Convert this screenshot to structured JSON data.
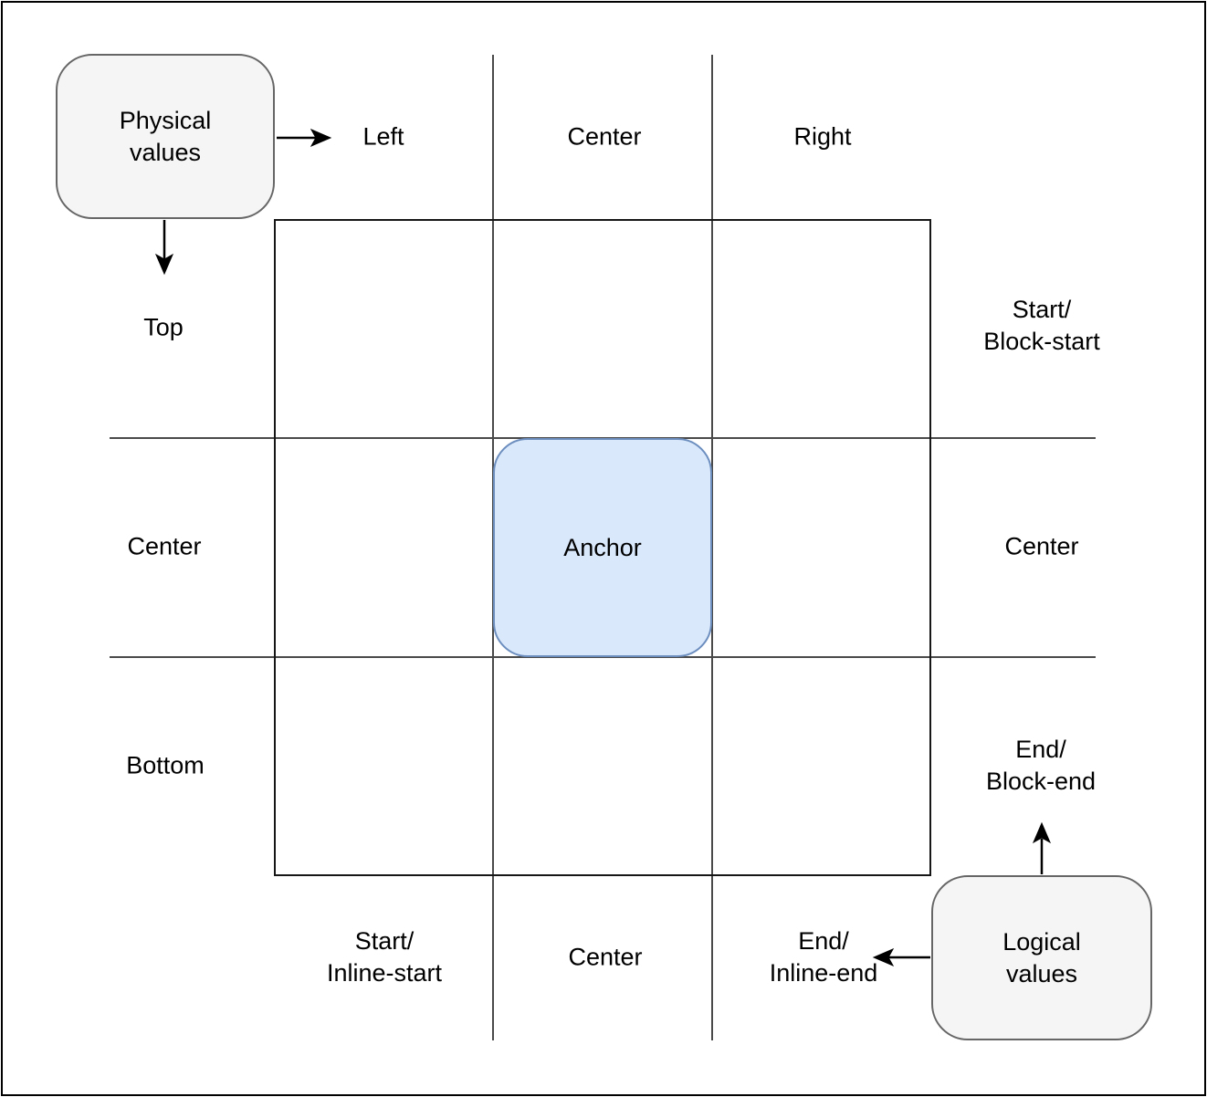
{
  "diagram": {
    "colors": {
      "background": "#ffffff",
      "outer_border": "#000000",
      "grid_line": "#4a4a4a",
      "inner_square_border": "#161616",
      "value_box_fill": "#f5f5f5",
      "value_box_border": "#666666",
      "anchor_fill": "#dae8fc",
      "anchor_border": "#6c8ebf",
      "arrow": "#000000",
      "text": "#000000"
    },
    "anchor_label": "Anchor",
    "physical": {
      "box_label": "Physical\nvalues",
      "top_row": {
        "left": "Left",
        "center": "Center",
        "right": "Right"
      },
      "left_column": {
        "top": "Top",
        "center": "Center",
        "bottom": "Bottom"
      }
    },
    "logical": {
      "box_label": "Logical\nvalues",
      "right_column": {
        "start": "Start/\nBlock-start",
        "center": "Center",
        "end": "End/\nBlock-end"
      },
      "bottom_row": {
        "start": "Start/\nInline-start",
        "center": "Center",
        "end": "End/\nInline-end"
      }
    },
    "icons": {
      "right_arrow": "arrow-right-icon",
      "down_arrow": "arrow-down-icon",
      "up_arrow": "arrow-up-icon",
      "left_arrow": "arrow-left-icon"
    }
  }
}
